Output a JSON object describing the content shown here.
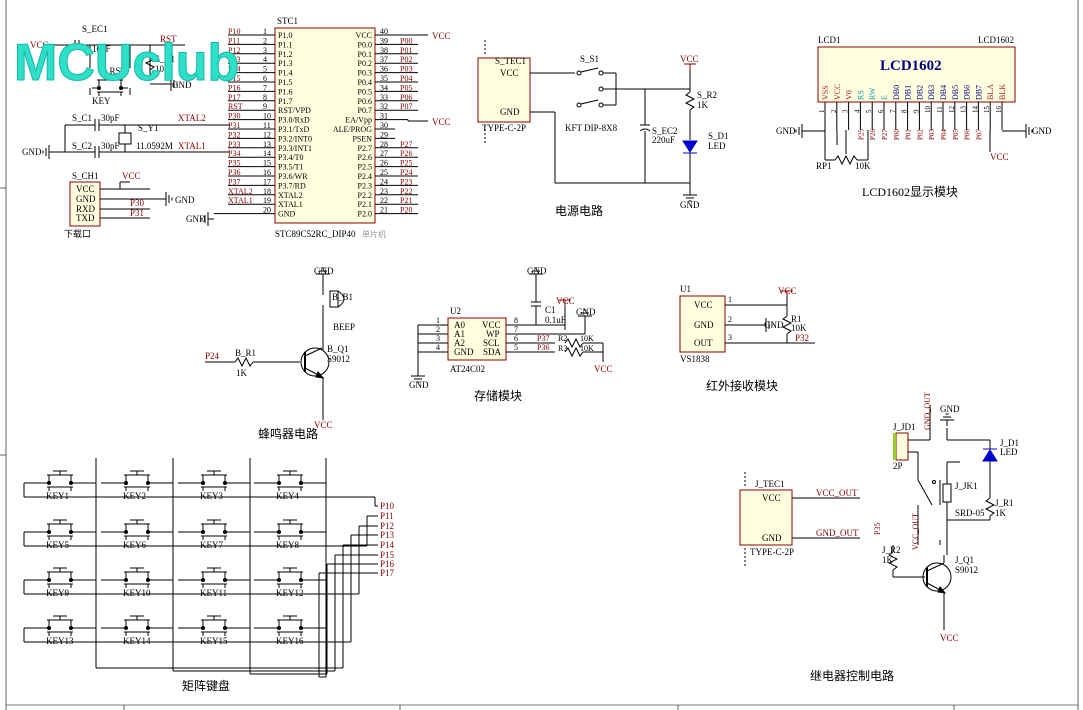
{
  "watermark": "MCUclub",
  "section_titles": {
    "power": "电源电路",
    "lcd_module": "LCD1602显示模块",
    "storage": "存储模块",
    "ir": "红外接收模块",
    "buzzer": "蜂鸣器电路",
    "keypad": "矩阵键盘",
    "relay": "继电器控制电路"
  },
  "mcu": {
    "ref": "STC1",
    "part": "STC89C52RC_DIP40",
    "desc": "单片机",
    "left_pins": [
      {
        "num": "1",
        "name": "P1.0",
        "net": "P10"
      },
      {
        "num": "2",
        "name": "P1.1",
        "net": "P11"
      },
      {
        "num": "3",
        "name": "P1.2",
        "net": "P12"
      },
      {
        "num": "4",
        "name": "P1.3",
        "net": "P13"
      },
      {
        "num": "5",
        "name": "P1.4",
        "net": "P14"
      },
      {
        "num": "6",
        "name": "P1.5",
        "net": "P15"
      },
      {
        "num": "7",
        "name": "P1.6",
        "net": "P16"
      },
      {
        "num": "8",
        "name": "P1.7",
        "net": "P17"
      },
      {
        "num": "9",
        "name": "RST/VPD",
        "net": "RST"
      },
      {
        "num": "10",
        "name": "P3.0/RxD",
        "net": "P30"
      },
      {
        "num": "11",
        "name": "P3.1/TxD",
        "net": "P31"
      },
      {
        "num": "12",
        "name": "P3.2/INT0",
        "net": "P32"
      },
      {
        "num": "13",
        "name": "P3.3/INT1",
        "net": "P33"
      },
      {
        "num": "14",
        "name": "P3.4/T0",
        "net": "P34"
      },
      {
        "num": "15",
        "name": "P3.5/T1",
        "net": "P35"
      },
      {
        "num": "16",
        "name": "P3.6/WR",
        "net": "P36"
      },
      {
        "num": "17",
        "name": "P3.7/RD",
        "net": "P37"
      },
      {
        "num": "18",
        "name": "XTAL2",
        "net": "XTAL2"
      },
      {
        "num": "19",
        "name": "XTAL1",
        "net": "XTAL1"
      },
      {
        "num": "20",
        "name": "GND",
        "net": ""
      }
    ],
    "right_pins": [
      {
        "num": "40",
        "name": "VCC",
        "net": ""
      },
      {
        "num": "39",
        "name": "P0.0",
        "net": "P00"
      },
      {
        "num": "38",
        "name": "P0.1",
        "net": "P01"
      },
      {
        "num": "37",
        "name": "P0.2",
        "net": "P02"
      },
      {
        "num": "36",
        "name": "P0.3",
        "net": "P03"
      },
      {
        "num": "35",
        "name": "P0.4",
        "net": "P04"
      },
      {
        "num": "34",
        "name": "P0.5",
        "net": "P05"
      },
      {
        "num": "33",
        "name": "P0.6",
        "net": "P06"
      },
      {
        "num": "32",
        "name": "P0.7",
        "net": "P07"
      },
      {
        "num": "31",
        "name": "EA/Vpp",
        "net": ""
      },
      {
        "num": "30",
        "name": "ALE/PROG",
        "net": ""
      },
      {
        "num": "29",
        "name": "PSEN",
        "net": ""
      },
      {
        "num": "28",
        "name": "P2.7",
        "net": "P27"
      },
      {
        "num": "27",
        "name": "P2.6",
        "net": "P26"
      },
      {
        "num": "26",
        "name": "P2.5",
        "net": "P25"
      },
      {
        "num": "25",
        "name": "P2.4",
        "net": "P24"
      },
      {
        "num": "24",
        "name": "P2.3",
        "net": "P23"
      },
      {
        "num": "23",
        "name": "P2.2",
        "net": "P22"
      },
      {
        "num": "22",
        "name": "P2.1",
        "net": "P21"
      },
      {
        "num": "21",
        "name": "P2.0",
        "net": "P20"
      }
    ]
  },
  "reset": {
    "ref_sw": "S_RST",
    "sw_label": "KEY",
    "cap_ref": "S_EC1",
    "cap_val": "10uF",
    "res_ref": "S_R1",
    "res_val": "10K",
    "net": "RST"
  },
  "crystal": {
    "c1_ref": "S_C1",
    "c1_val": "30pF",
    "c2_ref": "S_C2",
    "c2_val": "30pF",
    "y_ref": "S_Y1",
    "y_val": "11.0592M",
    "net1": "XTAL2",
    "net2": "XTAL1"
  },
  "download": {
    "ref": "S_CH1",
    "label": "下载口",
    "pins": [
      "VCC",
      "GND",
      "RXD",
      "TXD"
    ],
    "nets": [
      "VCC",
      "",
      "P30",
      "P31"
    ]
  },
  "power": {
    "conn_ref": "S_TEC1",
    "conn_part": "TYPE-C-2P",
    "switch_ref": "S_S1",
    "switch_part": "KFT DIP-8X8",
    "led_ref": "S_D1",
    "led_val": "LED",
    "res_ref": "S_R2",
    "res_val": "1K",
    "cap_ref": "S_EC2",
    "cap_val": "220uF"
  },
  "lcd": {
    "ref": "LCD1",
    "part_title": "LCD1602",
    "ref2": "LCD1602",
    "pins": [
      "VSS",
      "VCC",
      "V0",
      "RS",
      "RW",
      "E",
      "DB0",
      "DB1",
      "DB2",
      "DB3",
      "DB4",
      "DB5",
      "DB6",
      "DB7",
      "BLA",
      "BLK"
    ],
    "nets": [
      "",
      "",
      "",
      "P25",
      "P26",
      "P27",
      "P00",
      "P01",
      "P02",
      "P03",
      "P04",
      "P05",
      "P06",
      "P07",
      "",
      ""
    ],
    "pot_ref": "RP1",
    "pot_val": "10K"
  },
  "eeprom": {
    "ref": "U2",
    "part": "AT24C02",
    "left_pins": [
      "A0",
      "A1",
      "A2",
      "GND"
    ],
    "right_pins": [
      "VCC",
      "WP",
      "SCL",
      "SDA"
    ],
    "right_nums": [
      "8",
      "7",
      "6",
      "5"
    ],
    "left_nums": [
      "1",
      "2",
      "3",
      "4"
    ],
    "c_ref": "C1",
    "c_val": "0.1uF",
    "r2_ref": "R2",
    "r2_val": "10K",
    "r3_ref": "R3",
    "r3_val": "10K",
    "scl_net": "P37",
    "sda_net": "P36"
  },
  "ir": {
    "ref": "U1",
    "part": "VS1838",
    "pins": [
      "VCC",
      "GND",
      "OUT"
    ],
    "nums": [
      "1",
      "2",
      "3"
    ],
    "r_ref": "R1",
    "r_val": "10K",
    "net": "P32"
  },
  "buzzer": {
    "ref": "B_B1",
    "part": "BEEP",
    "q_ref": "B_Q1",
    "q_part": "S9012",
    "r_ref": "B_R1",
    "r_val": "1K",
    "net": "P24"
  },
  "keypad": {
    "keys": [
      "KEY1",
      "KEY2",
      "KEY3",
      "KEY4",
      "KEY5",
      "KEY6",
      "KEY7",
      "KEY8",
      "KEY9",
      "KEY10",
      "KEY11",
      "KEY12",
      "KEY13",
      "KEY14",
      "KEY15",
      "KEY16"
    ],
    "nets": [
      "P10",
      "P11",
      "P12",
      "P13",
      "P14",
      "P15",
      "P16",
      "P17"
    ]
  },
  "relay_output": {
    "ref": "J_TEC1",
    "part": "TYPE-C-2P",
    "net1": "VCC_OUT",
    "net2": "GND_OUT"
  },
  "relay": {
    "jd_ref": "J_JD1",
    "jd_part": "2P",
    "k_ref": "J_JK1",
    "k_part": "SRD-05",
    "d_ref": "J_D1",
    "d_val": "LED",
    "r1_ref": "J_R1",
    "r1_val": "1K",
    "r2_ref": "J_R2",
    "r2_val": "1K",
    "q_ref": "J_Q1",
    "q_part": "S9012",
    "net": "P35",
    "gnd_out": "GND_OUT",
    "vcc_out": "VCC_OUT"
  },
  "power_labels": {
    "vcc": "VCC",
    "gnd": "GND"
  }
}
